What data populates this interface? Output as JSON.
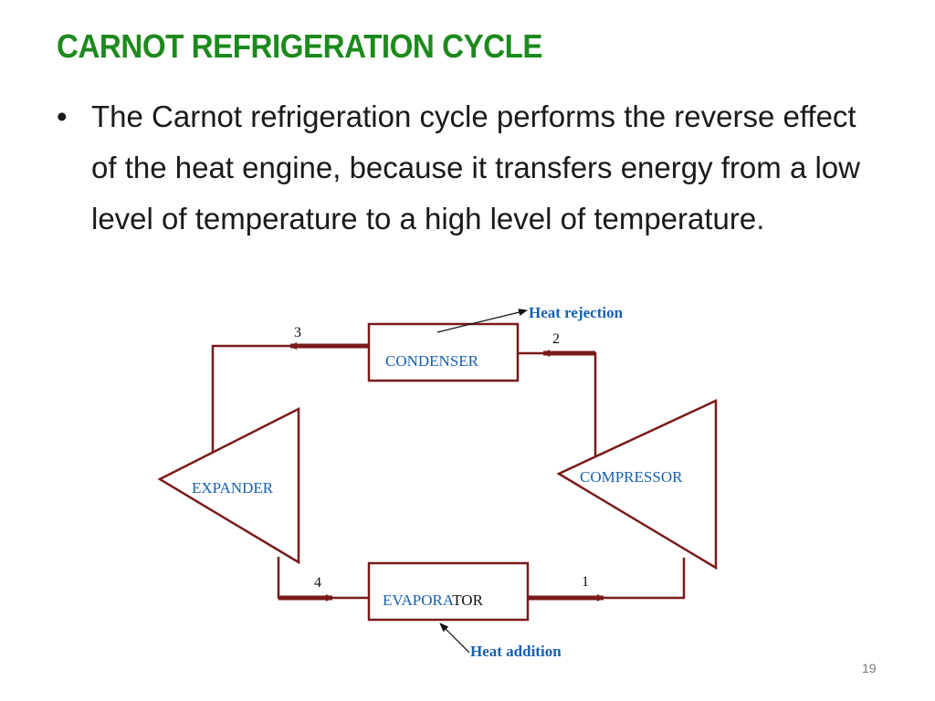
{
  "slide": {
    "title": "CARNOT REFRIGERATION CYCLE",
    "bullet": "The Carnot refrigeration cycle performs the reverse effect of the heat engine, because it transfers energy from a low level of temperature to a high level of temperature.",
    "page_number": "19"
  },
  "diagram": {
    "condenser_label": "CONDENSER",
    "compressor_label": "COMPRESSOR",
    "expander_label": "EXPANDER",
    "evaporator_label_part1": "EVAPORA",
    "evaporator_label_part2": "TOR",
    "heat_rejection_label": "Heat rejection",
    "heat_addition_label": "Heat addition",
    "state_1": "1",
    "state_2": "2",
    "state_3": "3",
    "state_4": "4",
    "colors": {
      "line": "#7a1a1a",
      "label_blue": "#1560b0",
      "title_green": "#1c8a1c"
    }
  }
}
